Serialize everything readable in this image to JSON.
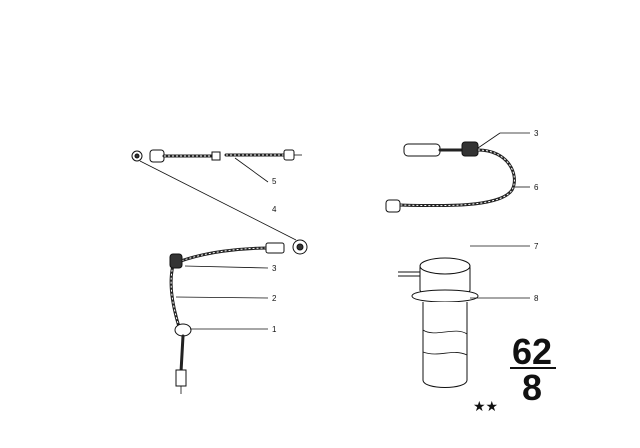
{
  "callouts": {
    "c1": "1",
    "c2": "2",
    "c3_left": "3",
    "c4": "4",
    "c5": "5",
    "c3_right": "3",
    "c6": "6",
    "c7": "7",
    "c8": "8"
  },
  "group": {
    "top": "62",
    "bottom": "8"
  },
  "marks": {
    "stars": "★★"
  }
}
